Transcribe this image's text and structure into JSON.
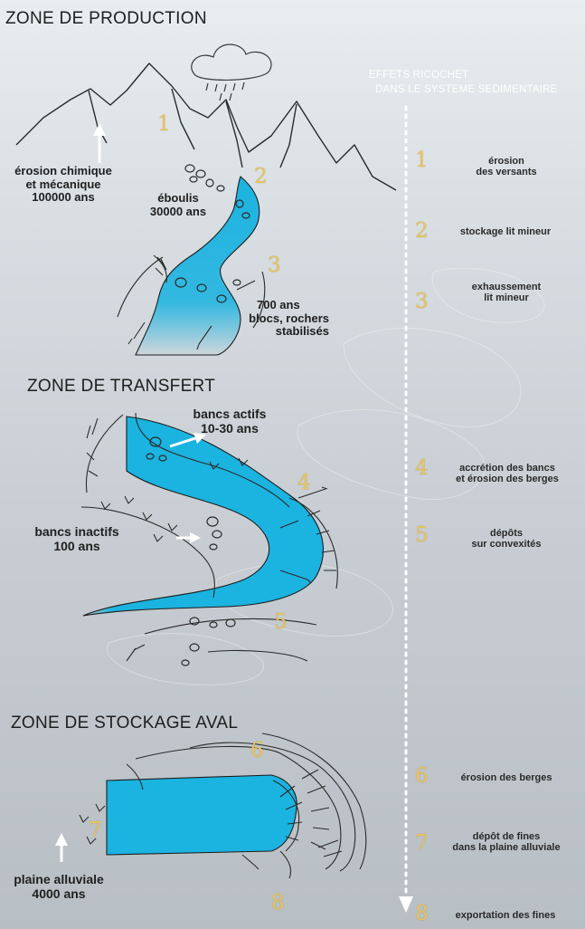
{
  "zones": {
    "production": "ZONE DE PRODUCTION",
    "transfert": "ZONE DE TRANSFERT",
    "stockage": "ZONE DE STOCKAGE AVAL"
  },
  "effects_header": {
    "line1": "EFFETS RICOCHET",
    "line2": "DANS LE SYSTEME SEDIMENTAIRE"
  },
  "labels": {
    "erosion_chimique": [
      "érosion chimique",
      "et mécanique",
      "100000 ans"
    ],
    "eboulis": [
      "éboulis",
      "30000 ans"
    ],
    "blocs": [
      "700 ans",
      "blocs, rochers",
      "stabilisés"
    ],
    "bancs_actifs": [
      "bancs actifs",
      "10-30 ans"
    ],
    "bancs_inactifs": [
      "bancs inactifs",
      "100 ans"
    ],
    "plaine": [
      "plaine alluviale",
      "4000 ans"
    ]
  },
  "diagram_numbers": [
    "1",
    "2",
    "3",
    "4",
    "5",
    "6",
    "7",
    "8"
  ],
  "effects": [
    {
      "num": "1",
      "text": [
        "érosion",
        "des versants"
      ]
    },
    {
      "num": "2",
      "text": [
        "stockage lit mineur"
      ]
    },
    {
      "num": "3",
      "text": [
        "exhaussement",
        "lit mineur"
      ]
    },
    {
      "num": "4",
      "text": [
        "accrétion des bancs",
        "et érosion des berges"
      ]
    },
    {
      "num": "5",
      "text": [
        "dépôts",
        "sur convexités"
      ]
    },
    {
      "num": "6",
      "text": [
        "érosion des berges"
      ]
    },
    {
      "num": "7",
      "text": [
        "dépôt de fines",
        "dans la plaine alluviale"
      ]
    },
    {
      "num": "8",
      "text": [
        "exportation des fines"
      ]
    }
  ],
  "colors": {
    "water": "#1bb3e0",
    "number": "#e8c45e",
    "sketch": "#2b2b2b"
  }
}
